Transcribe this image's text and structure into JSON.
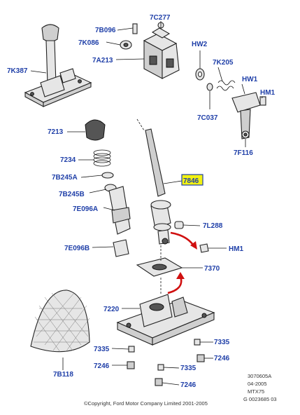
{
  "labels": {
    "p7B096": "7B096",
    "p7C277": "7C277",
    "p7K086": "7K086",
    "p7A213": "7A213",
    "pHW2": "HW2",
    "p7K205": "7K205",
    "pHW1a": "HW1",
    "pHM1a": "HM1",
    "p7K387": "7K387",
    "p7C037": "7C037",
    "p7F116": "7F116",
    "p7213": "7213",
    "p7234": "7234",
    "p7B245A": "7B245A",
    "p7B245B": "7B245B",
    "p7E096A": "7E096A",
    "p7846": "7846",
    "p7L288": "7L288",
    "p7E096B": "7E096B",
    "pHM1b": "HM1",
    "p7370": "7370",
    "p7220": "7220",
    "p7335a": "7335",
    "p7335b": "7335",
    "p7335c": "7335",
    "p7246a": "7246",
    "p7246b": "7246",
    "p7246c": "7246",
    "p7B118": "7B118"
  },
  "highlighted_part": "7846",
  "footer": {
    "ref_line1": "3070605A",
    "ref_line2": "04-2005",
    "ref_line3": "MTX75",
    "ref_line4": "G 0023685 03",
    "copyright": "©Copyright, Ford Motor Company Limited 2001-2005"
  },
  "colors": {
    "label_blue": "#1f3fa8",
    "highlight_yellow": "#f2f211",
    "arrow_red": "#d01010"
  }
}
